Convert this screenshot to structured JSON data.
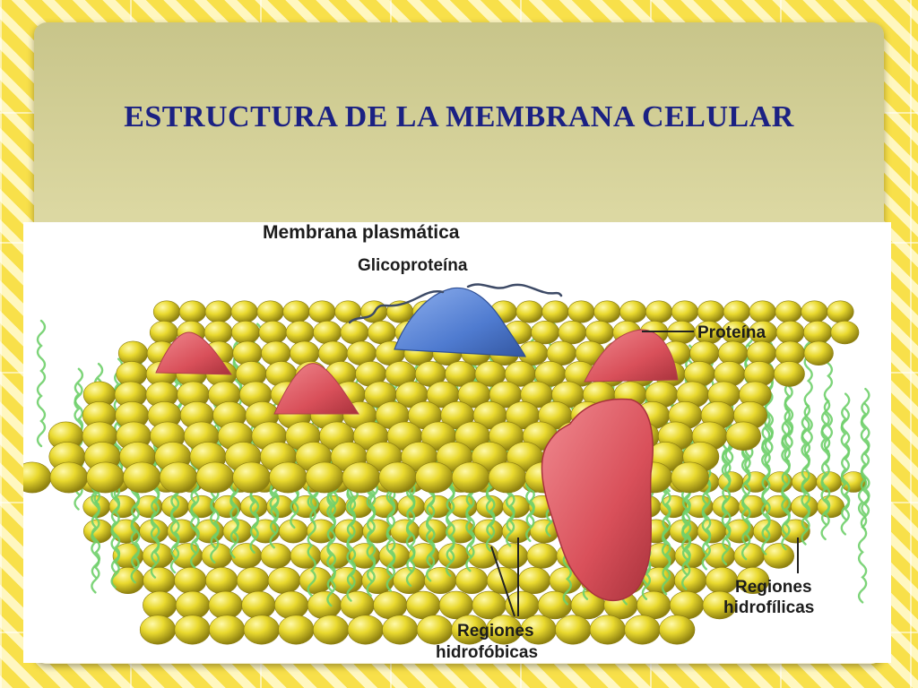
{
  "slide": {
    "title": "ESTRUCTURA DE LA MEMBRANA CELULAR"
  },
  "diagram": {
    "heading": "Membrana plasmática",
    "labels": {
      "glycoprotein": "Glicoproteína",
      "protein": "Proteína",
      "hydrophilic_line1": "Regiones",
      "hydrophilic_line2": "hidrofílicas",
      "hydrophobic_line1": "Regiones",
      "hydrophobic_line2": "hidrofóbicas"
    },
    "colors": {
      "phospholipid_head": "#e6d62c",
      "lipid_tail": "#6fcf6a",
      "protein": "#e0606a",
      "glycoprotein": "#5b86d6",
      "title_text": "#1b2183"
    }
  }
}
